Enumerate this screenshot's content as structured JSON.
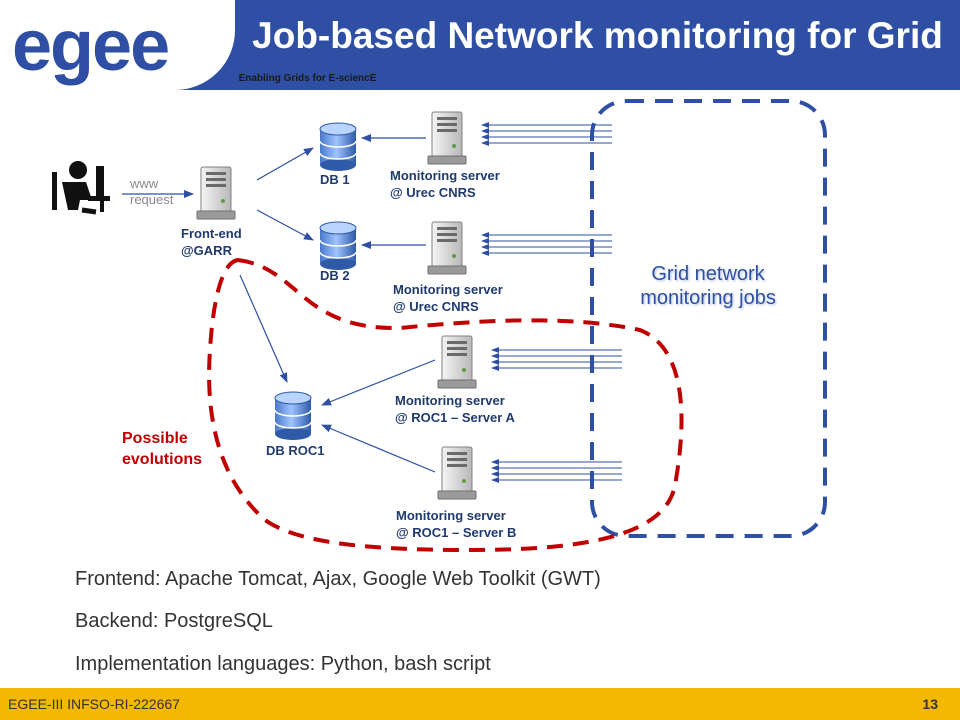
{
  "header": {
    "logo_text": "egee",
    "title": "Job-based Network monitoring for Grid",
    "subtitle": "Enabling Grids for E-sciencE"
  },
  "diagram": {
    "user": {
      "request_label": "www request"
    },
    "frontend": {
      "line1": "Front-end",
      "line2": "@GARR"
    },
    "databases": [
      {
        "label": "DB 1"
      },
      {
        "label": "DB 2"
      },
      {
        "label": "DB ROC1"
      }
    ],
    "servers": [
      {
        "line1": "Monitoring server",
        "line2": "@ Urec CNRS"
      },
      {
        "line1": "Monitoring server",
        "line2": "@ Urec CNRS"
      },
      {
        "line1": "Monitoring server",
        "line2": "@ ROC1 – Server A"
      },
      {
        "line1": "Monitoring server",
        "line2": "@ ROC1 – Server B"
      }
    ],
    "grid_jobs": {
      "line1": "Grid network",
      "line2": "monitoring jobs"
    },
    "evolutions": {
      "line1": "Possible",
      "line2": "evolutions"
    }
  },
  "bullets": [
    "Frontend: Apache Tomcat, Ajax, Google Web Toolkit (GWT)",
    "Backend: PostgreSQL",
    "Implementation languages: Python, bash script"
  ],
  "footer": {
    "left": "EGEE-III INFSO-RI-222667",
    "page": "13"
  },
  "colors": {
    "header_blue": "#2e4fa3",
    "footer_yellow": "#f5b800",
    "dash_blue": "#2e4fa3",
    "dash_red": "#c00000",
    "label_navy": "#1f3a6e"
  }
}
